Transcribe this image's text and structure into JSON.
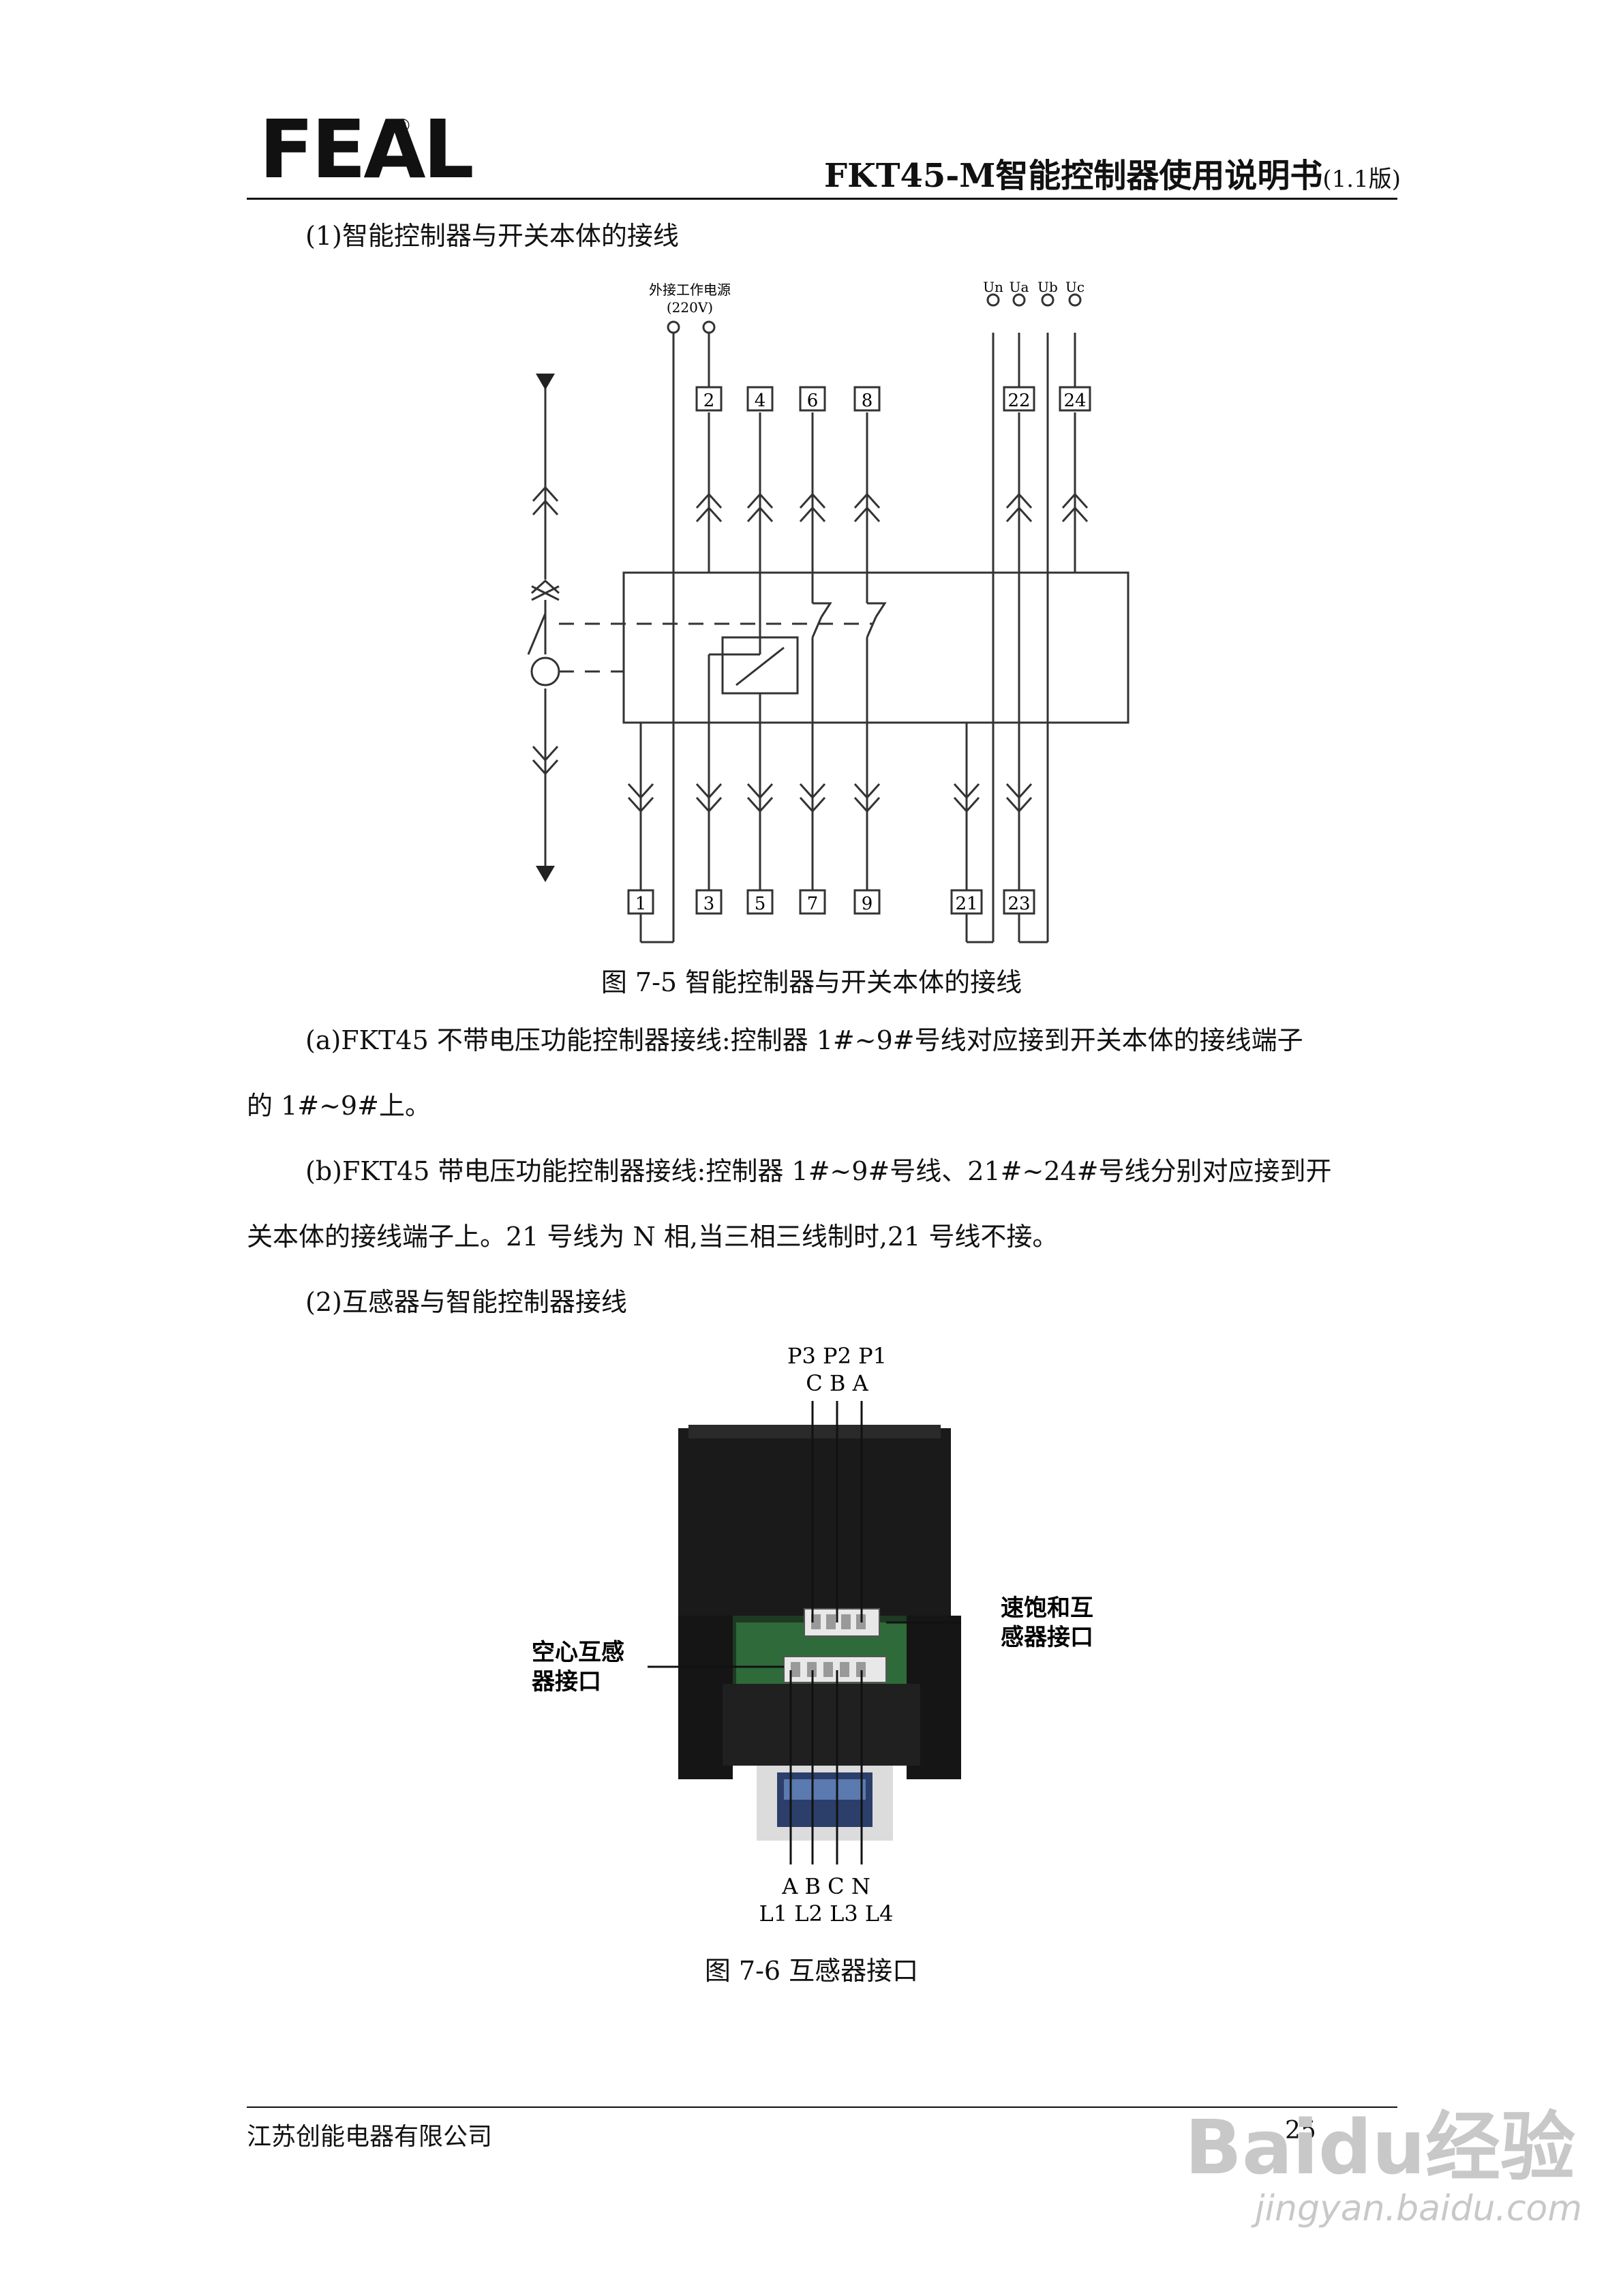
{
  "header": {
    "logo": "FEAL",
    "registered_mark": "®",
    "title": "FKT45-M智能控制器使用说明书",
    "version": "(1.1版)"
  },
  "section1": {
    "heading": "(1)智能控制器与开关本体的接线"
  },
  "diagram1": {
    "power_label": "外接工作电源",
    "power_voltage": "(220V)",
    "phase_labels": [
      "Un",
      "Ua",
      "Ub",
      "Uc"
    ],
    "top_terminals": [
      "2",
      "4",
      "6",
      "8",
      "22",
      "24"
    ],
    "bottom_terminals": [
      "1",
      "3",
      "5",
      "7",
      "9",
      "21",
      "23"
    ],
    "caption": "图 7-5    智能控制器与开关本体的接线"
  },
  "paragraphs": {
    "a_line1": "(a)FKT45 不带电压功能控制器接线:控制器 1#~9#号线对应接到开关本体的接线端子",
    "a_line2": "的 1#~9#上。",
    "b_line1": "(b)FKT45  带电压功能控制器接线:控制器 1#~9#号线、21#~24#号线分别对应接到开",
    "b_line2": "关本体的接线端子上。21 号线为 N 相,当三相三线制时,21 号线不接。"
  },
  "section2": {
    "heading": "(2)互感器与智能控制器接线"
  },
  "diagram2": {
    "top_row1": "P3 P2 P1",
    "top_row2": "C  B  A",
    "left_label_1": "空心互感",
    "left_label_2": "器接口",
    "right_label_1": "速饱和互",
    "right_label_2": "感器接口",
    "bottom_row1": "A B C N",
    "bottom_row2": "L1 L2 L3 L4",
    "caption": "图 7-6    互感器接口"
  },
  "footer": {
    "company": "江苏创能电器有限公司",
    "page": "25"
  },
  "watermark": {
    "brand": "Baidu经验",
    "url": "jingyan.baidu.com"
  }
}
